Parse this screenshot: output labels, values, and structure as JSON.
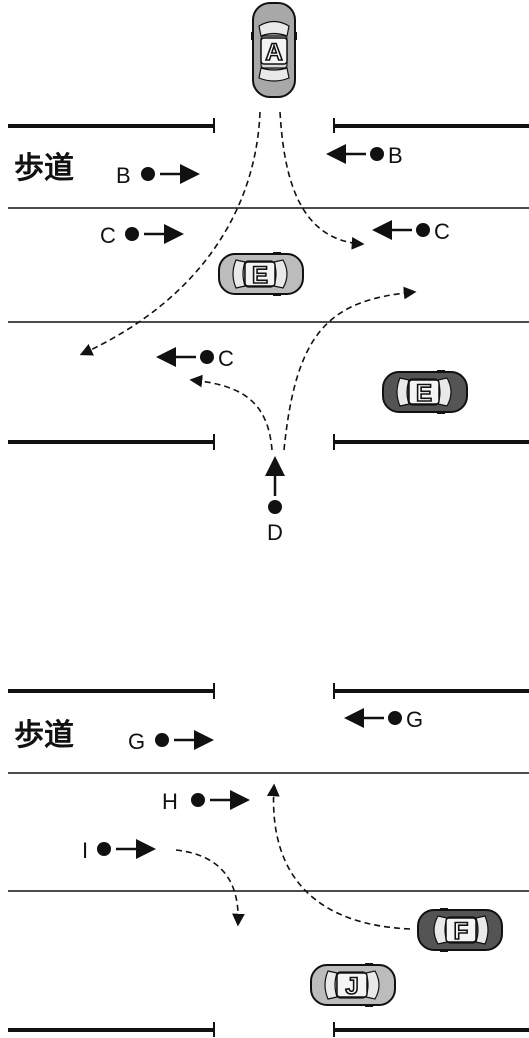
{
  "top_scene": {
    "sidewalk_label": "歩道",
    "car_a": "A",
    "car_e_center": "E",
    "car_e_right": "E",
    "label_b_left": "B",
    "label_b_right": "B",
    "label_c_left": "C",
    "label_c_right": "C",
    "label_c_lower": "C",
    "label_d": "D"
  },
  "bottom_scene": {
    "sidewalk_label": "歩道",
    "car_f": "F",
    "car_j": "J",
    "label_g_left": "G",
    "label_g_right": "G",
    "label_h": "H",
    "label_i": "I"
  }
}
